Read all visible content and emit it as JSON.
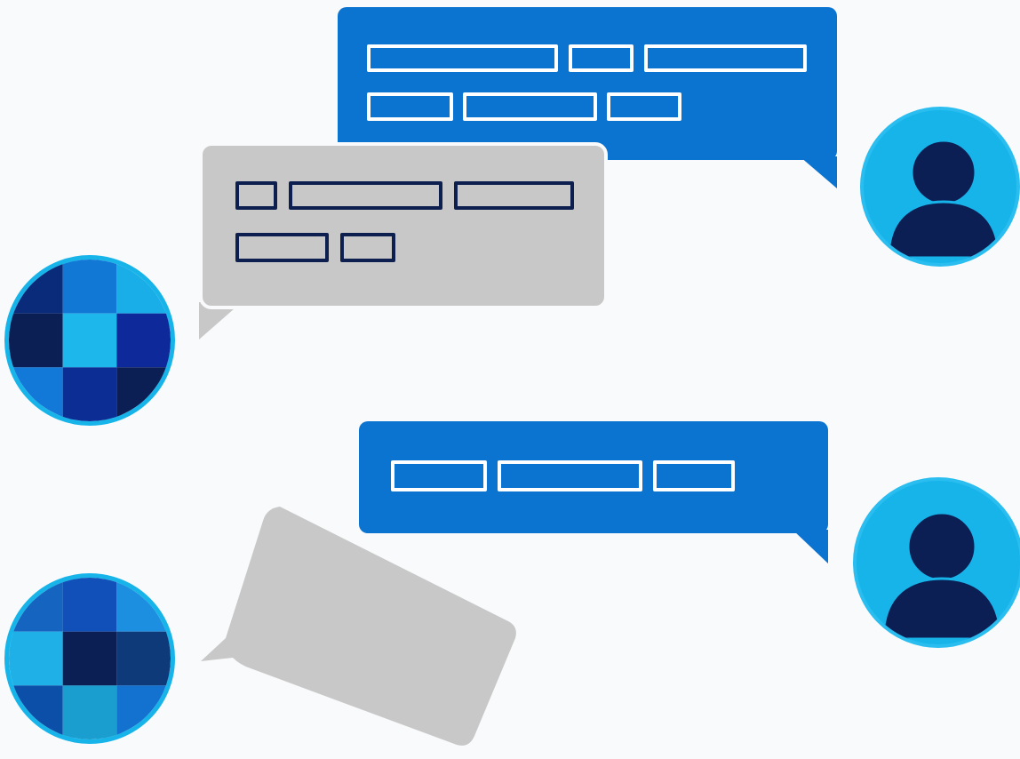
{
  "colors": {
    "background": "#f9fafb",
    "user_bubble": "#0b74d1",
    "bot_bubble": "#c8c8c8",
    "placeholder_navy": "#0d1f4f",
    "avatar_light": "#17b4ea",
    "avatar_dark": "#0b1f55"
  },
  "conversation": [
    {
      "sender": "user",
      "avatar_icon": "person-icon",
      "text_lines": 2,
      "text_placeholders": [
        3,
        3
      ]
    },
    {
      "sender": "bot",
      "avatar_icon": "pixel-mosaic-icon",
      "text_lines": 2,
      "text_placeholders": [
        3,
        2
      ]
    },
    {
      "sender": "user",
      "avatar_icon": "person-icon",
      "text_lines": 1,
      "text_placeholders": [
        3
      ]
    },
    {
      "sender": "bot",
      "avatar_icon": "pixel-mosaic-icon",
      "text_lines": 0,
      "text_placeholders": [],
      "state": "typing"
    }
  ]
}
